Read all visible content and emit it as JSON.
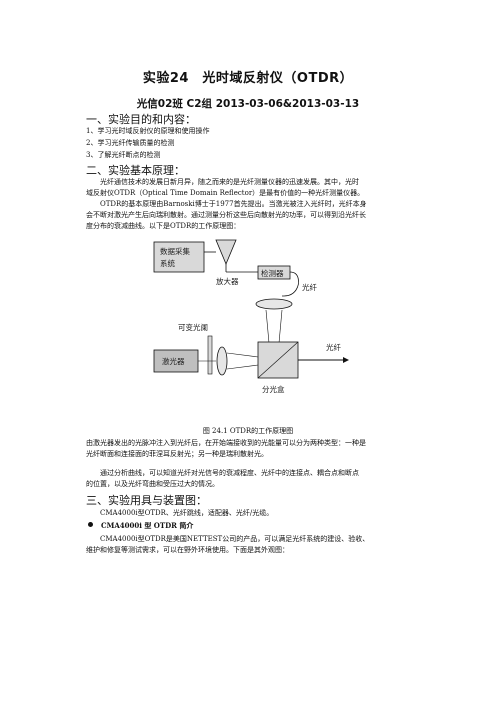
{
  "title": "实验24　光时域反射仪（OTDR）",
  "subtitle": "光信02班 C2组 2013-03-06&2013-03-13",
  "sections": {
    "s1": {
      "heading": "一、实验目的和内容：",
      "items": [
        "1、学习光时域反射仪的原理和使用操作",
        "2、学习光纤传输质量的检测",
        "3、了解光纤断点的检测"
      ]
    },
    "s2": {
      "heading": "二、实验基本原理：",
      "p1_l1": "光纤通信技术的发展日新月异，随之而来的是光纤测量仪器的迅速发展。其中，光时",
      "p1_l2": "域反射仪OTDR（Optical Time Domain Reflector）是最有价值的一种光纤测量仪器。",
      "p2_l1": "OTDR的基本原理由Barnoski博士于1977首先提出。当激光被注入光纤时，光纤本身",
      "p2_l2": "会不断对激光产生后向瑞利散射。通过测量分析这些后向散射光的功率，可以得到沿光纤长",
      "p2_l3": "度分布的衰减曲线。以下是OTDR的工作原理图：",
      "figure": {
        "caption": "图 24.1 OTDR的工作原理图",
        "labels": {
          "daq_l1": "数据采集",
          "daq_l2": "系统",
          "detector": "检测器",
          "fiber_top": "光纤",
          "amplifier": "放大器",
          "aperture": "可变光阑",
          "laser": "激光器",
          "fiber_right": "光纤",
          "splitter": "分光盒"
        }
      },
      "p3_l1": "由激光器发出的光脉冲注入到光纤后，在开始端接收到的光能量可以分为两种类型：一种是",
      "p3_l2": "光纤断面和连接面的菲涅耳反射光；另一种是瑞利散射光。",
      "p4_l1": "通过分析曲线，可以知道光纤对光信号的衰减程度、光纤中的连接点、耦合点和断点",
      "p4_l2": "的位置，以及光纤弯曲和受压过大的情况。"
    },
    "s3": {
      "heading": "三、实验用具与装置图：",
      "equip": "CMA4000i型OTDR、光纤跳线，适配器、光纤/光缆。",
      "bullet": "CMA4000i 型 OTDR 简介",
      "intro_l1": "CMA4000i型OTDR是美国NETTEST公司的产品，可以满足光纤系统的建设、验收、",
      "intro_l2": "维护和修复等测试需求，可以在野外环境使用。下面是其外观图："
    }
  },
  "colors": {
    "figure_fill": "#d9d9d9",
    "laser_fill": "#bfbfbf",
    "ink": "#111111"
  }
}
